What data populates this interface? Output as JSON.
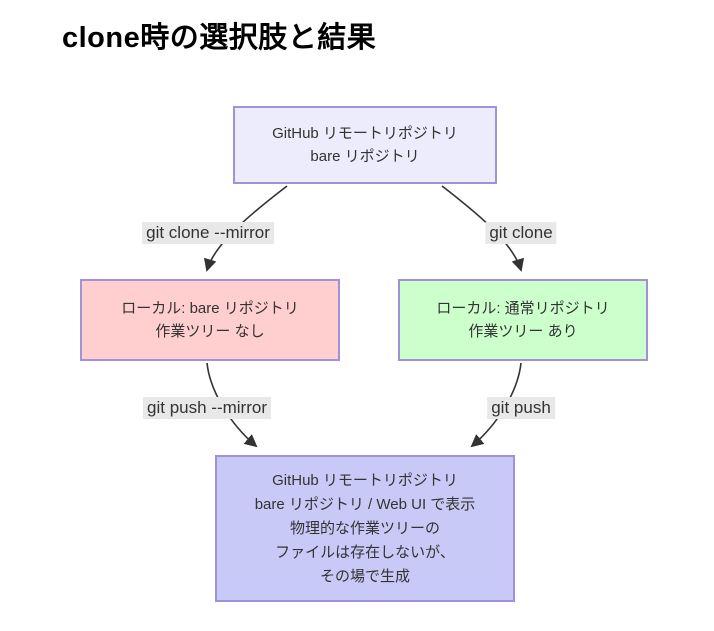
{
  "title": "clone時の選択肢と結果",
  "diagram": {
    "type": "flowchart",
    "nodes": {
      "source": {
        "lines": [
          "GitHub リモートリポジトリ",
          "bare リポジトリ"
        ],
        "fill": "#ececfc",
        "border": "#a391d8"
      },
      "mirror_local": {
        "lines": [
          "ローカル: bare リポジトリ",
          "作業ツリー なし"
        ],
        "fill": "#ffcfcf",
        "border": "#a391d8"
      },
      "normal_local": {
        "lines": [
          "ローカル: 通常リポジトリ",
          "作業ツリー あり"
        ],
        "fill": "#ccffcc",
        "border": "#a391d8"
      },
      "result": {
        "lines": [
          "GitHub リモートリポジトリ",
          "bare リポジトリ / Web UI で表示",
          "物理的な作業ツリーの",
          "ファイルは存在しないが、",
          "その場で生成"
        ],
        "fill": "#c9c9f7",
        "border": "#a391d8"
      }
    },
    "edges": {
      "clone_mirror": {
        "label": "git clone --mirror",
        "from": "source",
        "to": "mirror_local"
      },
      "clone": {
        "label": "git clone",
        "from": "source",
        "to": "normal_local"
      },
      "push_mirror": {
        "label": "git push --mirror",
        "from": "mirror_local",
        "to": "result"
      },
      "push": {
        "label": "git push",
        "from": "normal_local",
        "to": "result"
      }
    },
    "edge_label_bg": "#e8e8e8",
    "line_color": "#333333",
    "text_color": "#333333",
    "title_color": "#000000"
  }
}
